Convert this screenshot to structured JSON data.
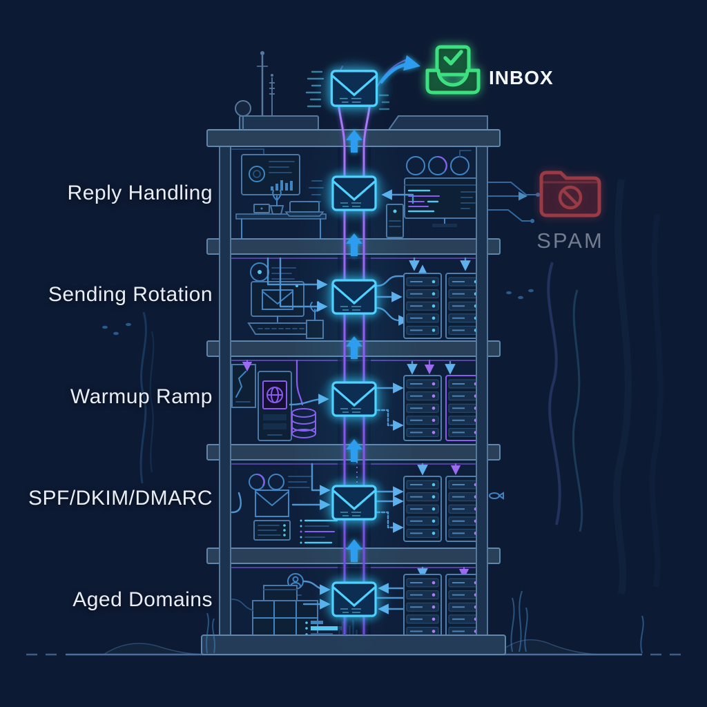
{
  "scene": {
    "type": "email-deliverability-building-infographic"
  },
  "inbox": {
    "label": "INBOX",
    "icon": "inbox-check-icon",
    "color": "#3ce081"
  },
  "spam": {
    "label": "SPAM",
    "icon": "blocked-folder-icon",
    "color": "#b2404a",
    "text_color": "#7e8899"
  },
  "floors": [
    {
      "label": "Reply Handling",
      "icons": [
        "dashboard-panel-icon",
        "desk-laptop-icon",
        "plant-icon",
        "donut-gauges-icon",
        "code-monitor-icon",
        "pc-tower-icon",
        "envelope-icon",
        "up-arrow-icon"
      ]
    },
    {
      "label": "Sending Rotation",
      "icons": [
        "disc-icon",
        "monitor-envelope-icon",
        "keyboard-console-icon",
        "plant-icon",
        "server-rack-icon",
        "envelope-icon",
        "up-arrow-icon"
      ]
    },
    {
      "label": "Warmup Ramp",
      "icons": [
        "wall-chart-icon",
        "kiosk-globe-icon",
        "database-icon",
        "server-rack-icon",
        "envelope-icon",
        "up-arrow-icon"
      ]
    },
    {
      "label": "SPF/DKIM/DMARC",
      "icons": [
        "donut-gauges-icon",
        "envelope-outline-icon",
        "drawer-panel-icon",
        "code-lines-icon",
        "server-rack-icon",
        "envelope-icon",
        "up-arrow-icon"
      ]
    },
    {
      "label": "Aged Domains",
      "icons": [
        "avatar-icon",
        "crates-icon",
        "list-rows-icon",
        "bar-sparkline-icon",
        "server-rack-icon",
        "envelope-icon",
        "up-arrow-icon"
      ]
    }
  ],
  "decorations": {
    "icons": [
      "satellite-dish-icon",
      "antenna-icon",
      "seaweed-icon",
      "fish-icon",
      "ground-line",
      "mail-channel-rails",
      "curved-arrow-icon"
    ]
  },
  "colors": {
    "background": "#0d1a33",
    "accent_cyan": "#3fd0ff",
    "accent_blue": "#3f85c4",
    "accent_purple": "#8a5cf0",
    "inbox_green": "#3ce081",
    "spam_red": "#b2404a",
    "label_text": "#e9eef6",
    "spam_text": "#7e8899"
  }
}
